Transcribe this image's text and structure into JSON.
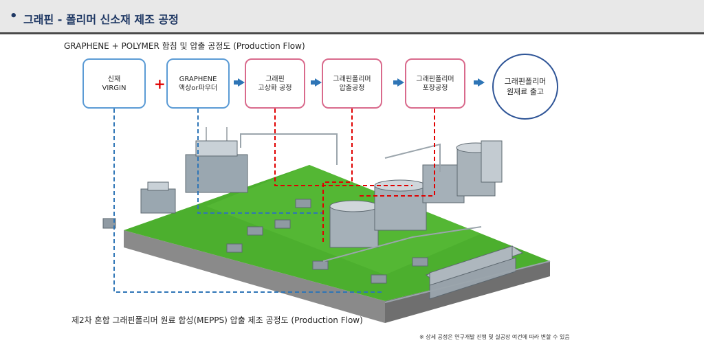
{
  "header": {
    "title": "그래핀 - 폴리머 신소재 제조 공정"
  },
  "flow_title": "GRAPHENE + POLYMER 함침 및 압출 공정도 (Production Flow)",
  "steps": [
    {
      "line1": "신재",
      "line2": "VIRGIN"
    },
    {
      "line1": "GRAPHENE",
      "line2": "액상or파우더"
    },
    {
      "line1": "그래핀",
      "line2": "고상화 공정"
    },
    {
      "line1": "그래핀폴리머",
      "line2": "압출공정"
    },
    {
      "line1": "그래핀폴리머",
      "line2": "포장공정"
    },
    {
      "line1": "그래핀폴리머",
      "line2": "원재료 출고"
    }
  ],
  "bottom_caption": "제2차 혼합 그래핀폴리머 원료 합성(MEPPS) 압출 제조 공정도 (Production Flow)",
  "note": "※ 상세 공정은 연구개발 진행 및 실공장 여건에 따라 변할 수 있음",
  "colors": {
    "blue_box": "#5b9bd5",
    "pink_box": "#d96a8c",
    "floor": "#4caf2e",
    "arrow": "#2e75b6"
  }
}
